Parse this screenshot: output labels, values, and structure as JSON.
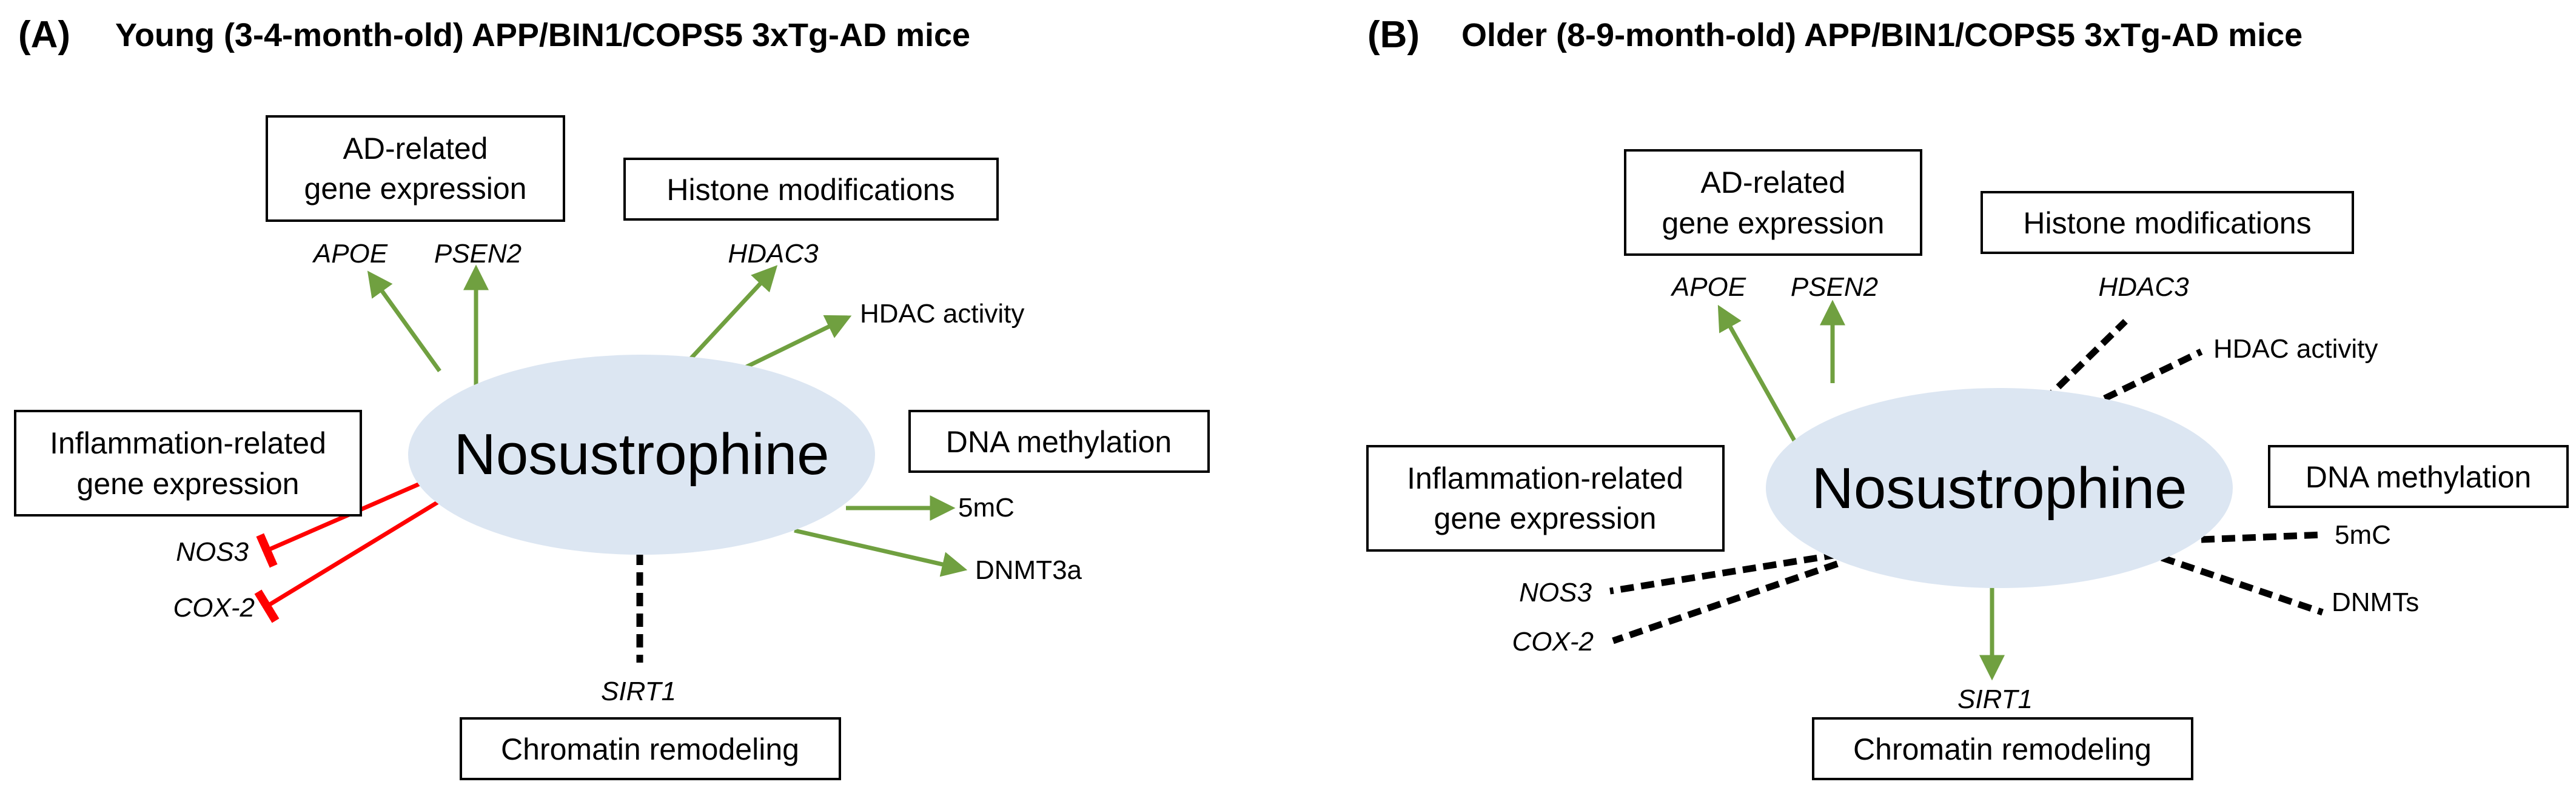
{
  "panels": [
    {
      "letter": "(A)",
      "title": "Young (3-4-month-old) APP/BIN1/COPS5 3xTg-AD mice",
      "center": "Nosustrophine",
      "boxes": {
        "ad": [
          "AD-related",
          "gene expression"
        ],
        "histone": [
          "Histone modifications"
        ],
        "inflammation": [
          "Inflammation-related",
          "gene expression"
        ],
        "dna": [
          "DNA methylation"
        ],
        "chromatin": [
          "Chromatin remodeling"
        ]
      },
      "targets": [
        {
          "label": "APOE",
          "gene": true,
          "effect": "increase"
        },
        {
          "label": "PSEN2",
          "gene": true,
          "effect": "increase"
        },
        {
          "label": "HDAC3",
          "gene": true,
          "effect": "increase"
        },
        {
          "label": "HDAC activity",
          "gene": false,
          "effect": "increase"
        },
        {
          "label": "5mC",
          "gene": false,
          "effect": "increase"
        },
        {
          "label": "DNMT3a",
          "gene": false,
          "effect": "increase"
        },
        {
          "label": "NOS3",
          "gene": true,
          "effect": "decrease"
        },
        {
          "label": "COX-2",
          "gene": true,
          "effect": "decrease"
        },
        {
          "label": "SIRT1",
          "gene": true,
          "effect": "no change"
        }
      ]
    },
    {
      "letter": "(B)",
      "title": "Older (8-9-month-old) APP/BIN1/COPS5 3xTg-AD mice",
      "center": "Nosustrophine",
      "boxes": {
        "ad": [
          "AD-related",
          "gene expression"
        ],
        "histone": [
          "Histone modifications"
        ],
        "inflammation": [
          "Inflammation-related",
          "gene expression"
        ],
        "dna": [
          "DNA methylation"
        ],
        "chromatin": [
          "Chromatin remodeling"
        ]
      },
      "targets": [
        {
          "label": "APOE",
          "gene": true,
          "effect": "increase"
        },
        {
          "label": "PSEN2",
          "gene": true,
          "effect": "increase"
        },
        {
          "label": "HDAC3",
          "gene": true,
          "effect": "no change"
        },
        {
          "label": "HDAC activity",
          "gene": false,
          "effect": "no change"
        },
        {
          "label": "5mC",
          "gene": false,
          "effect": "no change"
        },
        {
          "label": "DNMTs",
          "gene": false,
          "effect": "no change"
        },
        {
          "label": "NOS3",
          "gene": true,
          "effect": "no change"
        },
        {
          "label": "COX-2",
          "gene": true,
          "effect": "no change"
        },
        {
          "label": "SIRT1",
          "gene": true,
          "effect": "increase"
        }
      ]
    }
  ],
  "colors": {
    "increase": "#70a040",
    "decrease": "#ff0000",
    "no_change": "#000000",
    "node_fill": "#dce6f2"
  }
}
